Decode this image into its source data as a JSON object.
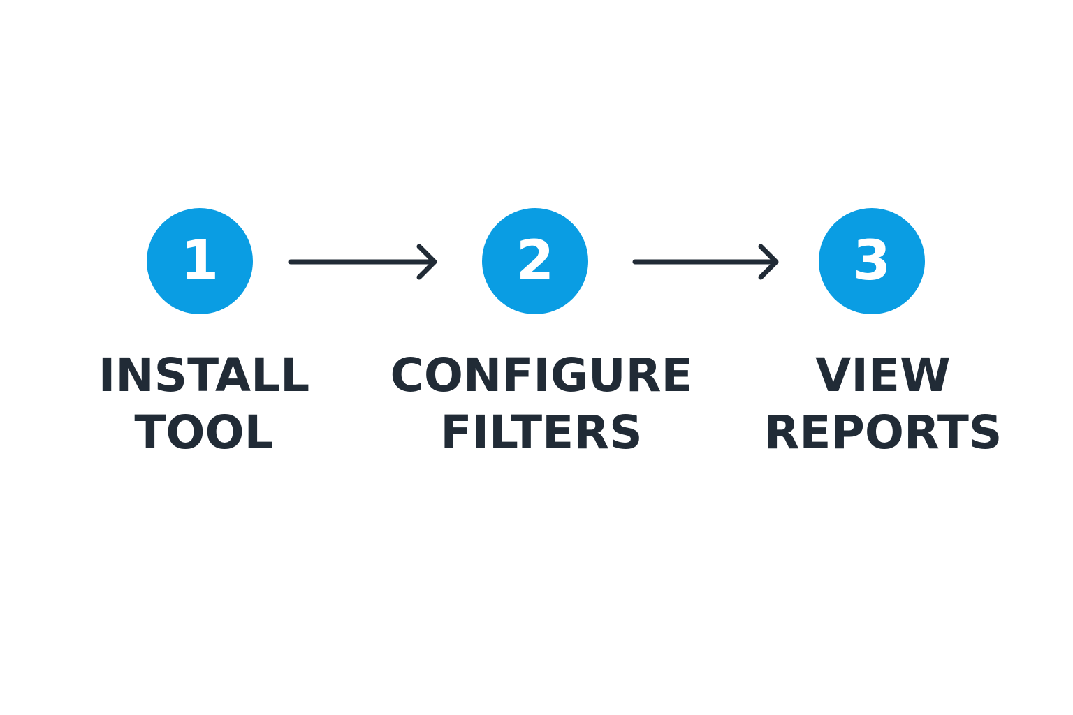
{
  "colors": {
    "circle": "#0a9de3",
    "number": "#ffffff",
    "label": "#212b36",
    "arrow": "#212b36"
  },
  "steps": [
    {
      "number": "1",
      "label_line1": "INSTALL",
      "label_line2": "TOOL"
    },
    {
      "number": "2",
      "label_line1": "CONFIGURE",
      "label_line2": "FILTERS"
    },
    {
      "number": "3",
      "label_line1": "VIEW",
      "label_line2": "REPORTS"
    }
  ],
  "connectors": [
    {
      "from": "1",
      "to": "2",
      "icon": "arrow-right-icon"
    },
    {
      "from": "2",
      "to": "3",
      "icon": "arrow-right-icon"
    }
  ]
}
